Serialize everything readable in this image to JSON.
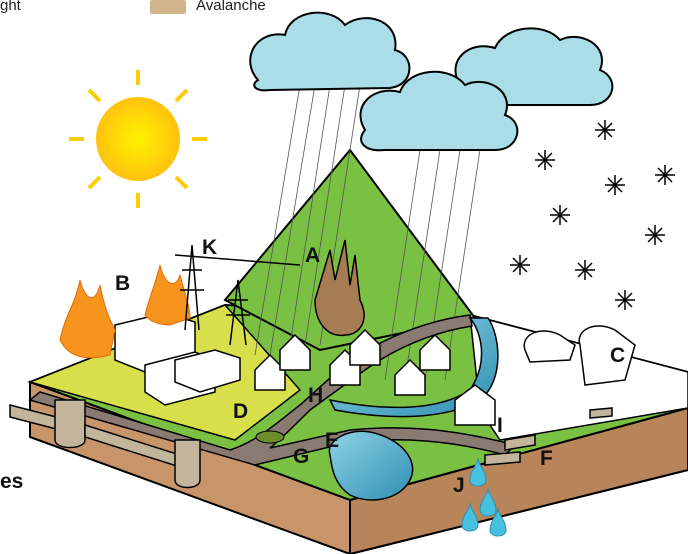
{
  "legend": {
    "drought_partial": "ght",
    "avalanche": "Avalanche"
  },
  "side_text_partial": "es",
  "labels": {
    "A": "A",
    "B": "B",
    "C": "C",
    "D": "D",
    "E": "E",
    "F": "F",
    "G": "G",
    "H": "H",
    "I": "I",
    "J": "J",
    "K": "K"
  },
  "colors": {
    "forest_green": "#7ac143",
    "meadow_yellow_green": "#d7e04a",
    "cloud_blue": "#a9dde8",
    "water_blue": "#47a9c8",
    "soil_brown": "#c8956a",
    "road_gray": "#8a7b72",
    "sun_yellow": "#ffd400",
    "fire_orange": "#f7941d",
    "snow_white": "#ffffff"
  }
}
